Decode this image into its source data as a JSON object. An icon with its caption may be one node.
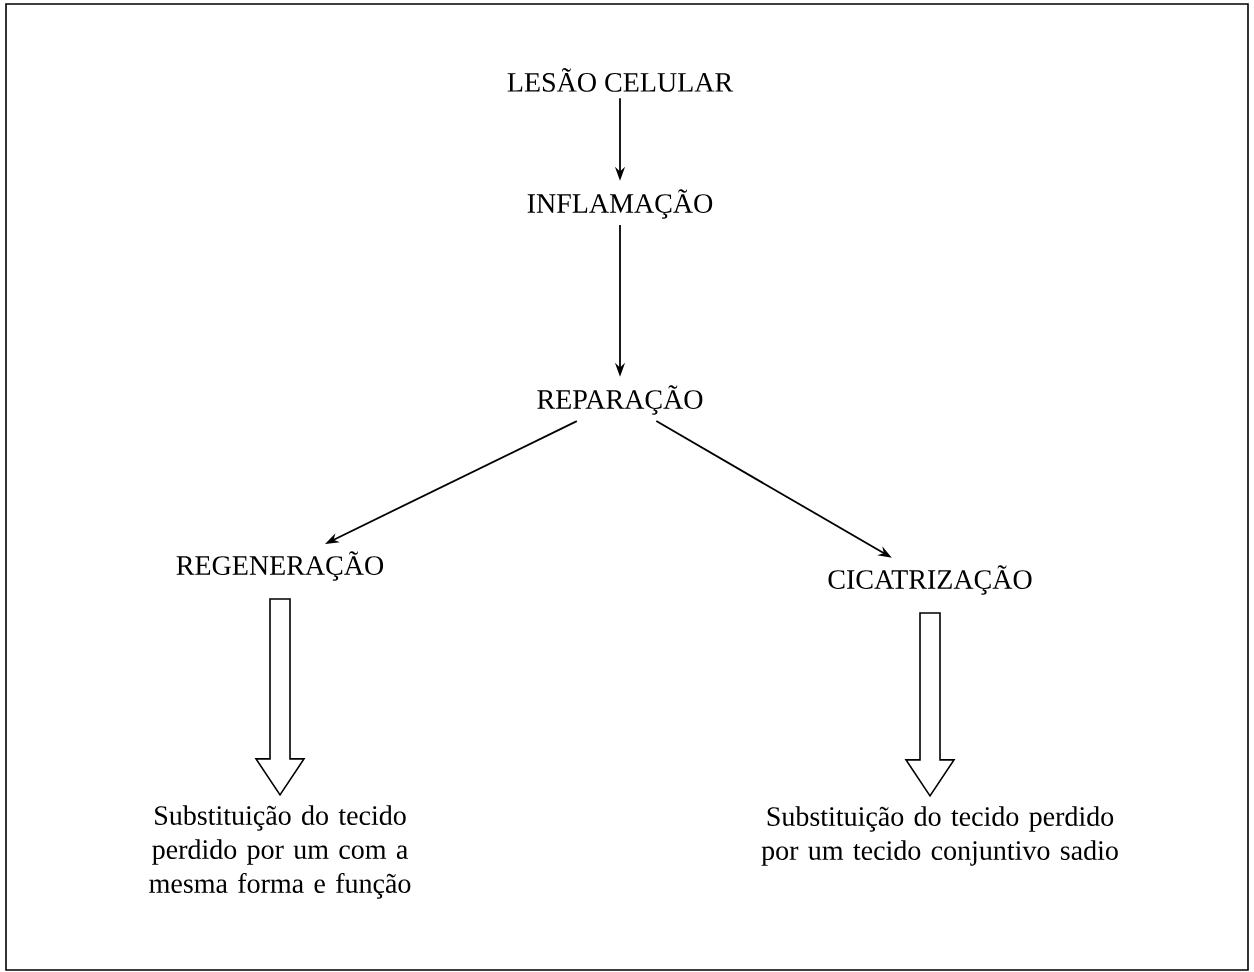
{
  "diagram": {
    "nodes": [
      {
        "text": [
          "LESÃO CELULAR"
        ]
      },
      {
        "text": [
          "INFLAMAÇÃO"
        ]
      },
      {
        "text": [
          "REPARAÇÃO"
        ]
      },
      {
        "text": [
          "REGENERAÇÃO"
        ]
      },
      {
        "text": [
          "CICATRIZAÇÃO"
        ]
      },
      {
        "text": [
          "Substituição do tecido perdido por um com a mesma forma e função"
        ]
      },
      {
        "text": [
          "Substituição do tecido perdido por um tecido conjuntivo sadio"
        ]
      }
    ],
    "edges": [
      {
        "from": 0,
        "to": 1,
        "arrow": "to"
      },
      {
        "from": 1,
        "to": 2,
        "arrow": "to"
      },
      {
        "from": 2,
        "to": 3,
        "arrow": "to"
      },
      {
        "from": 2,
        "to": 4,
        "arrow": "to"
      },
      {
        "from": 3,
        "to": 5,
        "arrow": "to",
        "style": "thick"
      },
      {
        "from": 4,
        "to": 6,
        "arrow": "to",
        "style": "thick"
      }
    ]
  }
}
